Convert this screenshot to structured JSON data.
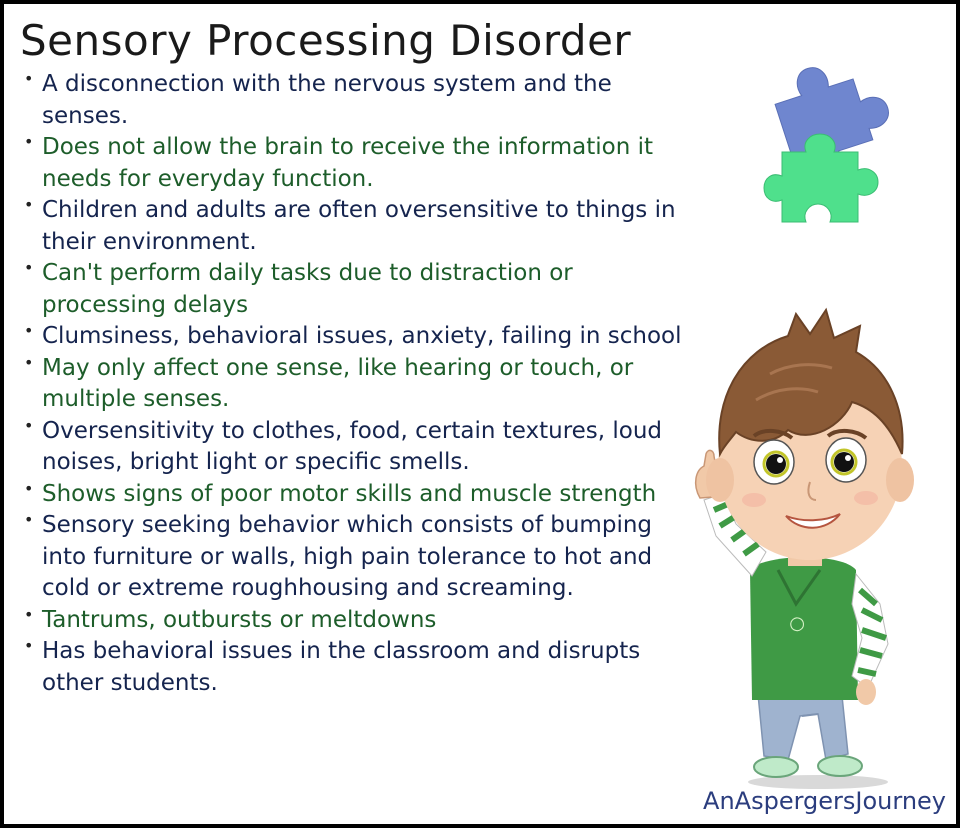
{
  "title": "Sensory Processing Disorder",
  "bullets": [
    {
      "text": "A disconnection with the nervous system and the senses.",
      "tone": "navy"
    },
    {
      "text": "Does not allow the brain to receive the information it needs for everyday function.",
      "tone": "green"
    },
    {
      "text": "Children and adults are often oversensitive to things in their environment.",
      "tone": "navy"
    },
    {
      "text": "Can't perform daily tasks due to distraction or processing delays",
      "tone": "green"
    },
    {
      "text": "Clumsiness, behavioral issues, anxiety, failing in school",
      "tone": "navy"
    },
    {
      "text": "May only affect one sense, like hearing or touch, or multiple senses.",
      "tone": "green"
    },
    {
      "text": "Oversensitivity to clothes, food, certain textures, loud noises, bright light or specific smells.",
      "tone": "navy"
    },
    {
      "text": "Shows signs of poor motor skills and muscle strength",
      "tone": "green"
    },
    {
      "text": "Sensory seeking behavior which consists of bumping into furniture or walls, high pain tolerance to hot and cold or extreme roughhousing and screaming.",
      "tone": "navy"
    },
    {
      "text": "Tantrums, outbursts or meltdowns",
      "tone": "green"
    },
    {
      "text": "Has behavioral issues in the classroom and disrupts other students.",
      "tone": "navy"
    }
  ],
  "credit": "AnAspergersJourney",
  "colors": {
    "navy_text": "#15244e",
    "green_text": "#1d5d2a",
    "puzzle_blue": "#6f86cf",
    "puzzle_green": "#4fe08c",
    "credit": "#2b3d7e"
  },
  "icons": [
    "puzzle-pieces-icon",
    "cartoon-boy-illustration"
  ]
}
